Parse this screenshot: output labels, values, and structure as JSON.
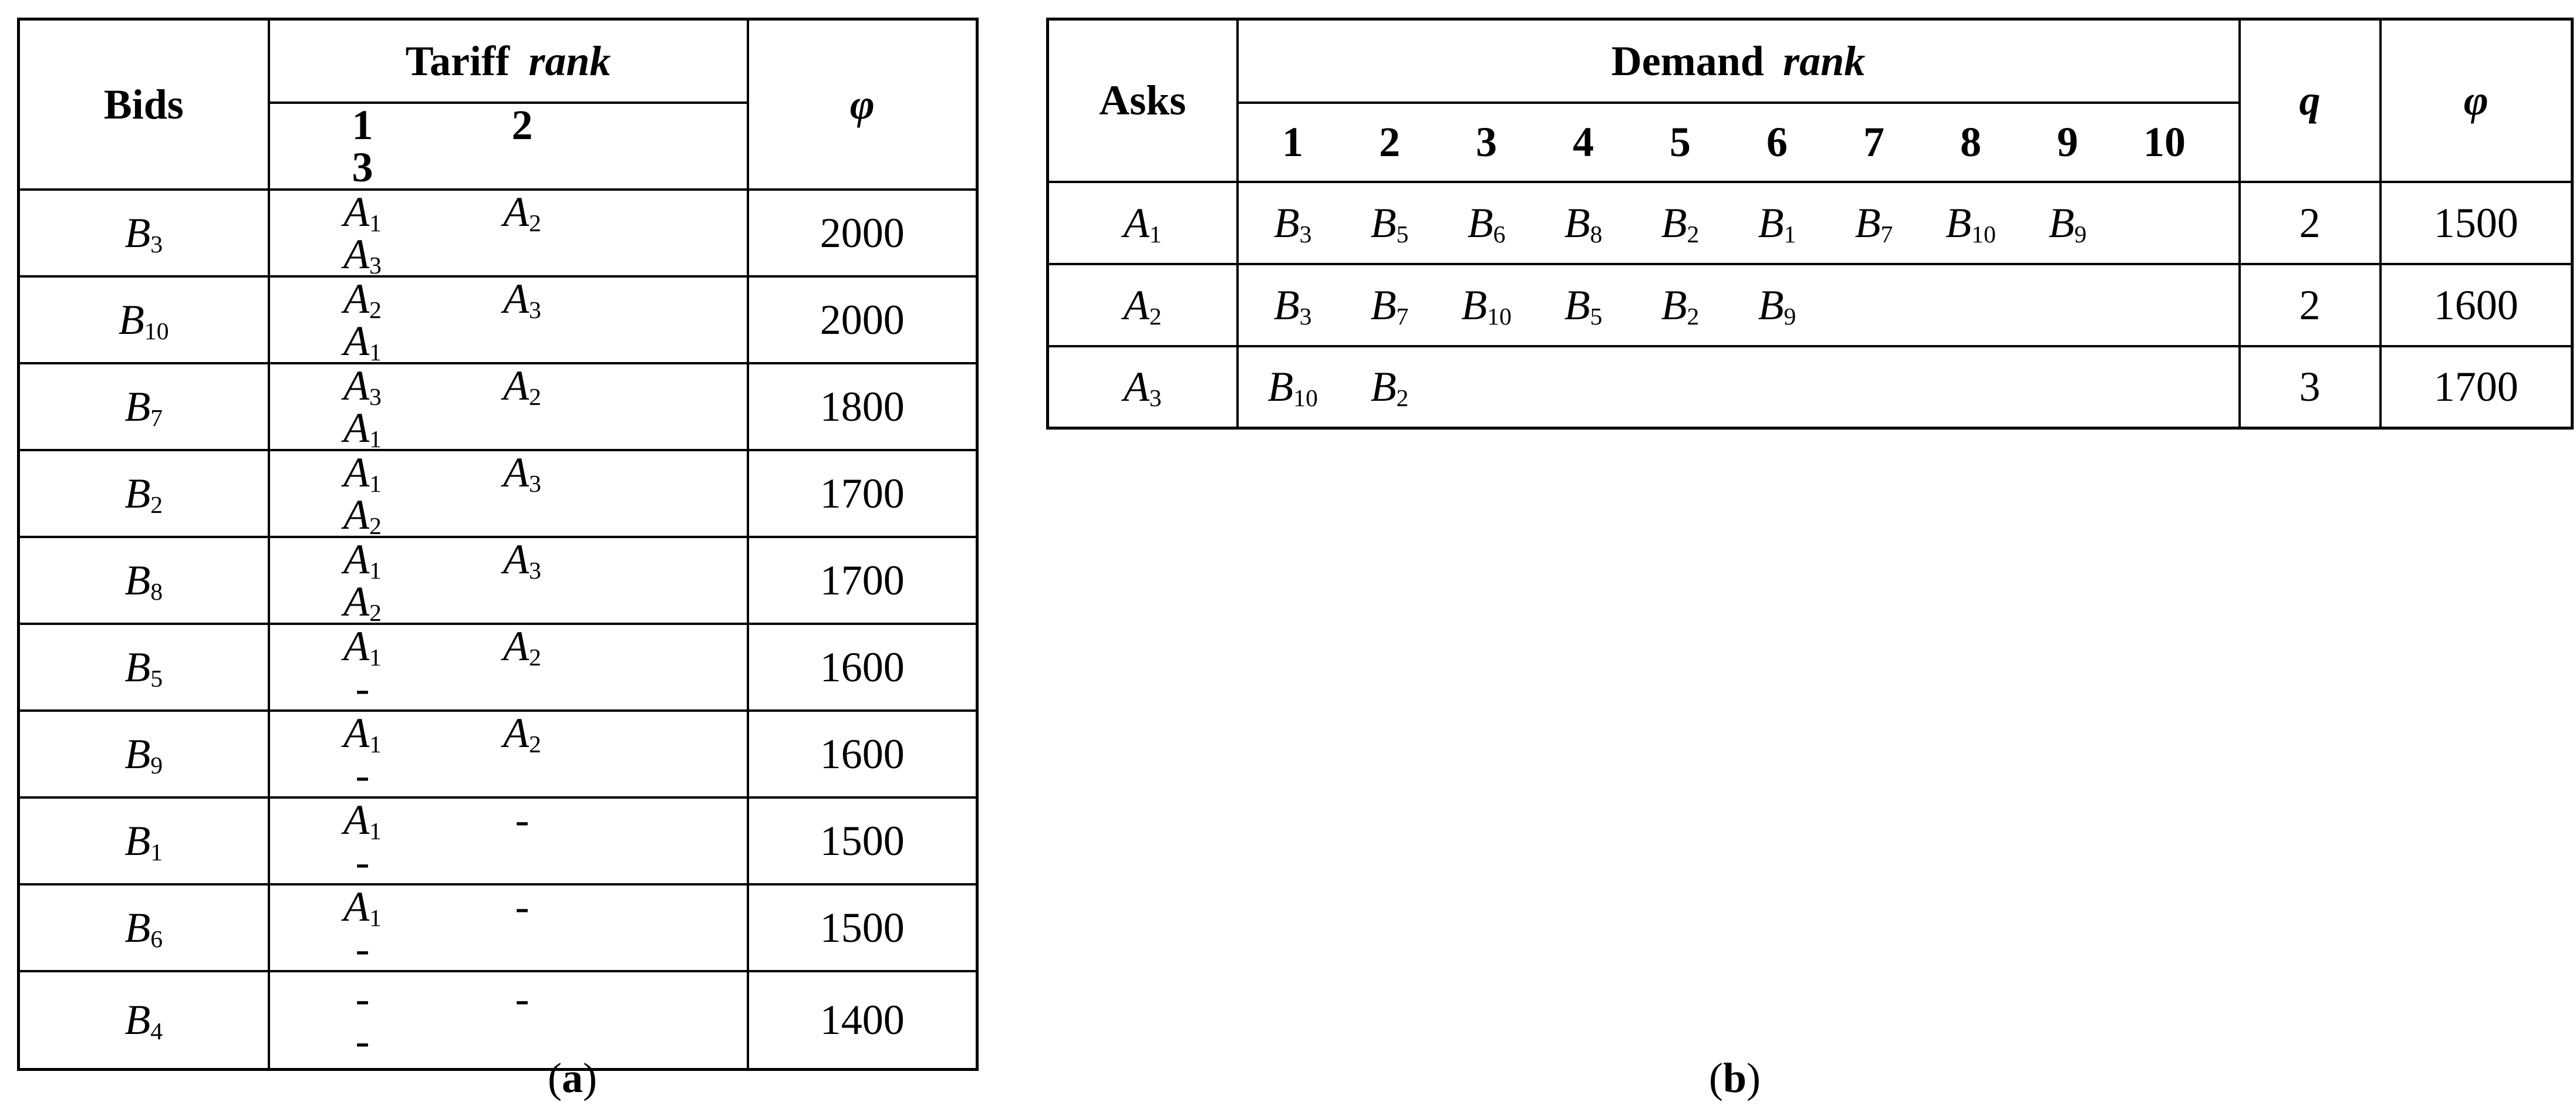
{
  "colors": {
    "text": "#000000",
    "border": "#000000",
    "background": "#ffffff"
  },
  "table_a": {
    "header": {
      "col1": "Bids",
      "group_label": "Tariff",
      "group_label_italic": "rank",
      "rank_cols": [
        "1",
        "2",
        "3"
      ],
      "phi": "φ"
    },
    "rows": [
      {
        "bid": "B_3",
        "ranks": [
          "A_1",
          "A_2",
          "A_3"
        ],
        "phi": "2000"
      },
      {
        "bid": "B_10",
        "ranks": [
          "A_2",
          "A_3",
          "A_1"
        ],
        "phi": "2000"
      },
      {
        "bid": "B_7",
        "ranks": [
          "A_3",
          "A_2",
          "A_1"
        ],
        "phi": "1800"
      },
      {
        "bid": "B_2",
        "ranks": [
          "A_1",
          "A_3",
          "A_2"
        ],
        "phi": "1700"
      },
      {
        "bid": "B_8",
        "ranks": [
          "A_1",
          "A_3",
          "A_2"
        ],
        "phi": "1700"
      },
      {
        "bid": "B_5",
        "ranks": [
          "A_1",
          "A_2",
          "-"
        ],
        "phi": "1600"
      },
      {
        "bid": "B_9",
        "ranks": [
          "A_1",
          "A_2",
          "-"
        ],
        "phi": "1600"
      },
      {
        "bid": "B_1",
        "ranks": [
          "A_1",
          "-",
          "-"
        ],
        "phi": "1500"
      },
      {
        "bid": "B_6",
        "ranks": [
          "A_1",
          "-",
          "-"
        ],
        "phi": "1500"
      },
      {
        "bid": "B_4",
        "ranks": [
          "-",
          "-",
          "-"
        ],
        "phi": "1400"
      }
    ],
    "caption": {
      "open": "(",
      "letter": "a",
      "close": ")"
    }
  },
  "table_b": {
    "header": {
      "col1": "Asks",
      "group_label": "Demand",
      "group_label_italic": "rank",
      "rank_cols": [
        "1",
        "2",
        "3",
        "4",
        "5",
        "6",
        "7",
        "8",
        "9",
        "10"
      ],
      "q": "q",
      "phi": "φ"
    },
    "rows": [
      {
        "ask": "A_1",
        "demand": [
          "B_3",
          "B_5",
          "B_6",
          "B_8",
          "B_2",
          "B_1",
          "B_7",
          "B_10",
          "B_9"
        ],
        "q": "2",
        "phi": "1500"
      },
      {
        "ask": "A_2",
        "demand": [
          "B_3",
          "B_7",
          "B_10",
          "B_5",
          "B_2",
          "B_9"
        ],
        "q": "2",
        "phi": "1600"
      },
      {
        "ask": "A_3",
        "demand": [
          "B_10",
          "B_2"
        ],
        "q": "3",
        "phi": "1700"
      }
    ],
    "caption": {
      "open": "(",
      "letter": "b",
      "close": ")"
    }
  }
}
